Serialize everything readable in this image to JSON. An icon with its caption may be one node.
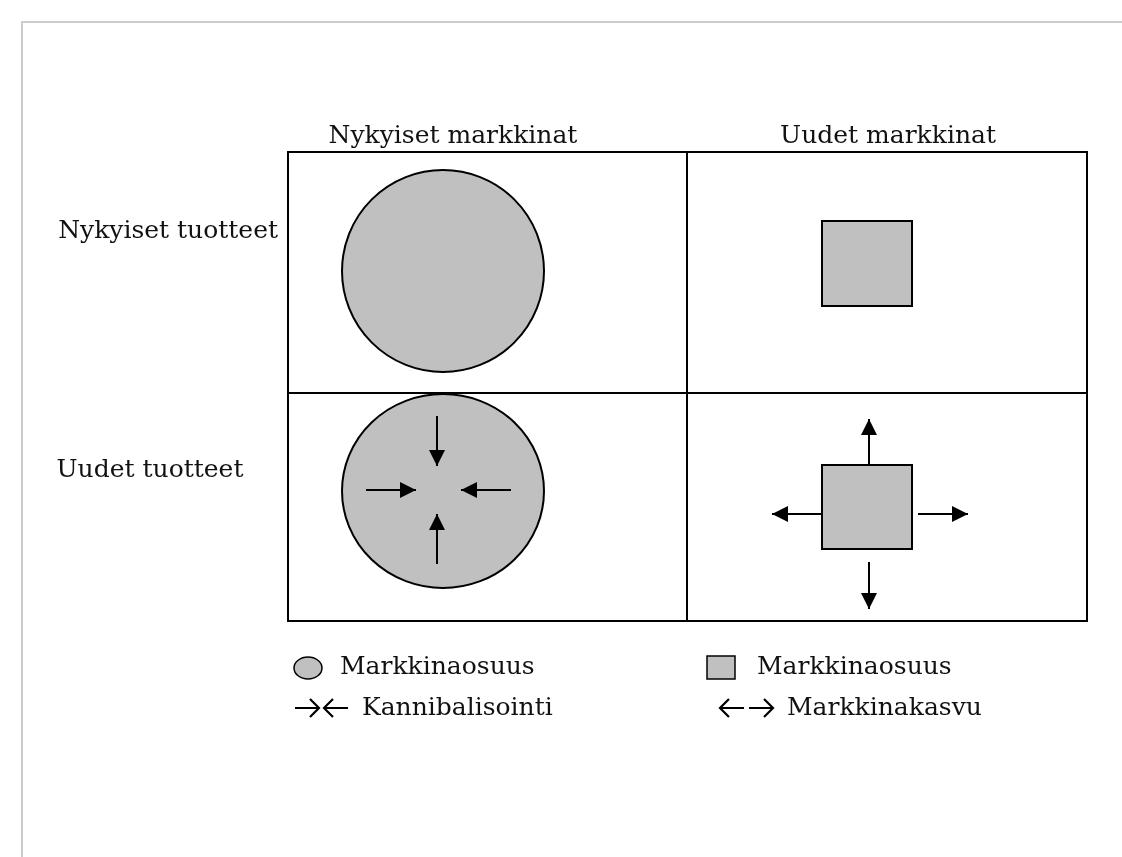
{
  "diagram": {
    "nodes": [
      {
        "text": [],
        "shape": "circle"
      },
      {
        "text": [],
        "shape": "box"
      },
      {
        "text": [],
        "shape": "circle"
      },
      {
        "text": [],
        "shape": "box"
      }
    ],
    "labels": [
      "Nykyiset markkinat",
      "Uudet markkinat",
      "Nykyiset tuotteet",
      "Uudet tuotteet"
    ],
    "legend": [
      {
        "text": "Markkinaosuus"
      },
      {
        "text": "Markkinaosuus"
      },
      {
        "text": "Kannibalisointi"
      },
      {
        "text": "Markkinakasvu"
      }
    ]
  }
}
